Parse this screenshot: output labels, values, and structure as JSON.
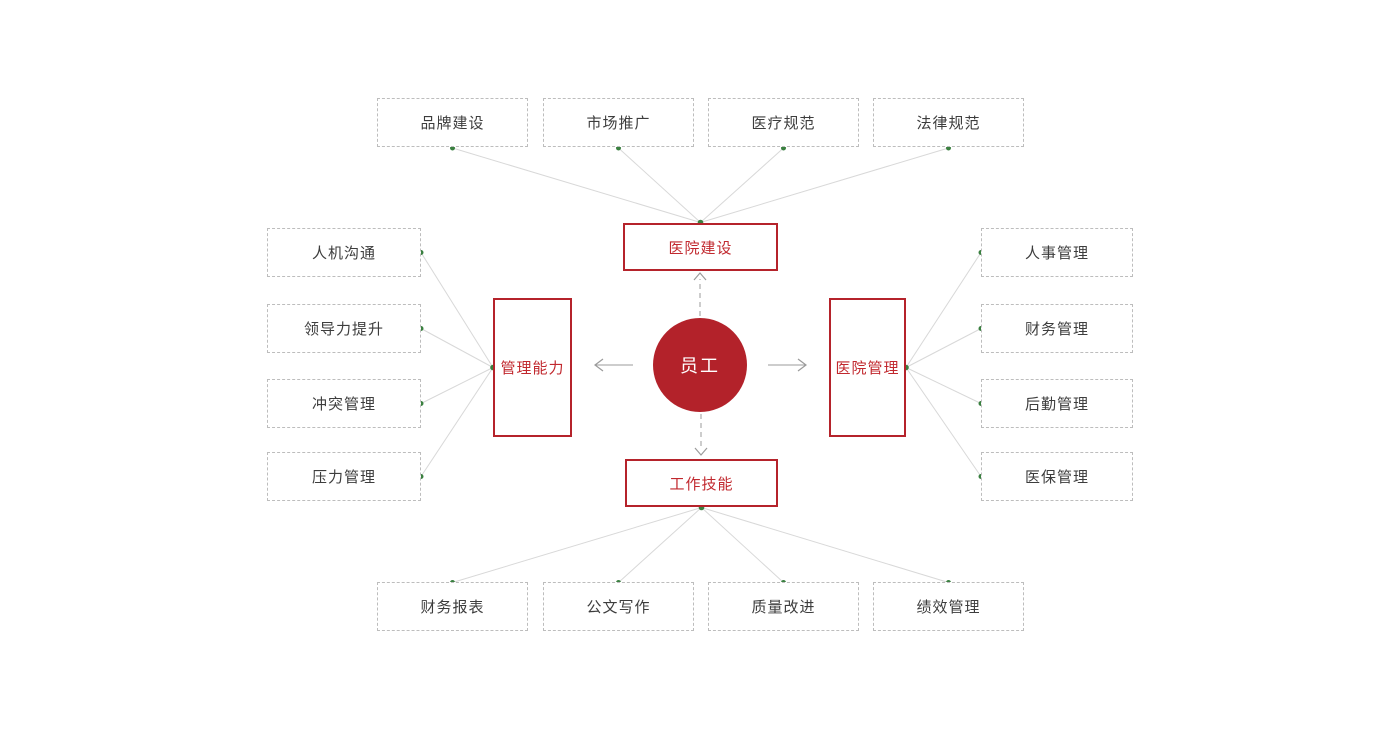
{
  "center": {
    "label": "员工"
  },
  "branches": [
    {
      "name": "hospital-construction",
      "label": "医院建设",
      "position": "top",
      "children": [
        {
          "label": "品牌建设"
        },
        {
          "label": "市场推广"
        },
        {
          "label": "医疗规范"
        },
        {
          "label": "法律规范"
        }
      ]
    },
    {
      "name": "management-ability",
      "label": "管理能力",
      "position": "left",
      "children": [
        {
          "label": "人机沟通"
        },
        {
          "label": "领导力提升"
        },
        {
          "label": "冲突管理"
        },
        {
          "label": "压力管理"
        }
      ]
    },
    {
      "name": "hospital-management",
      "label": "医院管理",
      "position": "right",
      "children": [
        {
          "label": "人事管理"
        },
        {
          "label": "财务管理"
        },
        {
          "label": "后勤管理"
        },
        {
          "label": "医保管理"
        }
      ]
    },
    {
      "name": "work-skills",
      "label": "工作技能",
      "position": "bottom",
      "children": [
        {
          "label": "财务报表"
        },
        {
          "label": "公文写作"
        },
        {
          "label": "质量改进"
        },
        {
          "label": "绩效管理"
        }
      ]
    }
  ],
  "colors": {
    "accent_red": "#b3222a",
    "node_border_red": "#b5232b",
    "node_text_red": "#c1282e",
    "connector_green": "#3a8040",
    "connector_line": "#d8d8d8",
    "dashed_border": "#bdbdbd",
    "arrow_gray": "#9b9b9b",
    "leaf_text": "#3d3d3d",
    "background": "#ffffff",
    "center_text": "#ffffff"
  }
}
